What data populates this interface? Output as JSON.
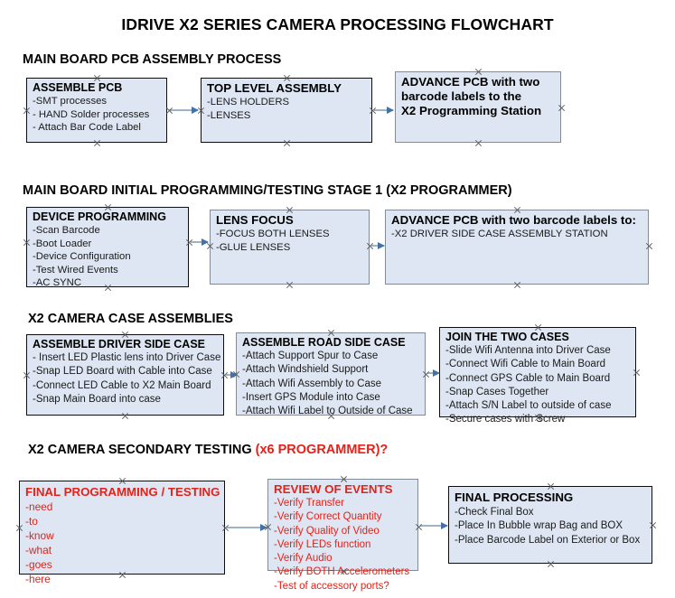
{
  "document": {
    "title": "IDRIVE X2  SERIES CAMERA PROCESSING FLOWCHART"
  },
  "colors": {
    "box_fill": "#dde6f2",
    "box_border_black": "#0d0d0d",
    "box_border_gray": "#808d96",
    "text_black": "#000000",
    "text_red": "#e32219",
    "arrow_line": "#9db3ca",
    "arrow_head": "#4472a8",
    "background": "#ffffff"
  },
  "sections": [
    {
      "heading": "MAIN BOARD PCB ASSEMBLY PROCESS",
      "heading_accent": "",
      "nodes": [
        {
          "title": "ASSEMBLE PCB",
          "lines": [
            "-SMT processes",
            "- HAND Solder processes",
            "- Attach Bar Code Label"
          ]
        },
        {
          "title": "TOP LEVEL ASSEMBLY",
          "lines": [
            "-LENS HOLDERS",
            "-LENSES"
          ]
        },
        {
          "title": "ADVANCE PCB with two",
          "lines": [
            "barcode labels to the",
            " X2 Programming Station"
          ]
        }
      ]
    },
    {
      "heading": "MAIN BOARD INITIAL PROGRAMMING/TESTING STAGE 1 (X2 PROGRAMMER)",
      "heading_accent": "",
      "nodes": [
        {
          "title": "DEVICE PROGRAMMING",
          "lines": [
            "-Scan Barcode",
            "-Boot Loader",
            "-Device Configuration",
            "-Test Wired Events",
            "-AC SYNC"
          ]
        },
        {
          "title": "LENS FOCUS",
          "lines": [
            "-FOCUS BOTH LENSES",
            "-GLUE LENSES"
          ]
        },
        {
          "title": "ADVANCE PCB with two barcode labels to:",
          "lines": [
            "-X2 DRIVER  SIDE  CASE  ASSEMBLY STATION"
          ]
        }
      ]
    },
    {
      "heading": "X2 CAMERA CASE ASSEMBLIES",
      "heading_accent": "",
      "nodes": [
        {
          "title": "ASSEMBLE DRIVER SIDE CASE",
          "lines": [
            "- Insert LED Plastic lens into Driver Case",
            "-Snap LED Board with Cable into Case",
            "-Connect LED Cable to X2 Main Board",
            "-Snap Main Board into case"
          ]
        },
        {
          "title": "ASSEMBLE ROAD SIDE CASE",
          "lines": [
            "-Attach Support Spur to Case",
            "-Attach Windshield Support",
            "-Attach Wifi Assembly to Case",
            "-Insert GPS Module into Case",
            "-Attach Wifi Label to Outside of Case"
          ]
        },
        {
          "title": "JOIN THE TWO CASES",
          "lines": [
            "-Slide Wifi Antenna into Driver Case",
            "-Connect Wifi Cable to Main Board",
            "-Connect GPS Cable to Main Board",
            "-Snap Cases Together",
            "-Attach S/N Label to outside of case",
            "-Secure cases with Screw"
          ]
        }
      ]
    },
    {
      "heading": "X2 CAMERA SECONDARY TESTING ",
      "heading_accent": "(x6 PROGRAMMER)?",
      "nodes": [
        {
          "title": "FINAL PROGRAMMING / TESTING",
          "lines": [
            "-need",
            "-to",
            "-know",
            "-what",
            "-goes",
            "-here"
          ]
        },
        {
          "title": "REVIEW OF EVENTS",
          "lines": [
            "-Verify Transfer",
            "-Verify Correct Quantity",
            "-Verify Quality of Video",
            "-Verify LEDs function",
            "-Verify Audio",
            "-Verify BOTH Accelerometers",
            "-Test of accessory ports?"
          ]
        },
        {
          "title": "FINAL PROCESSING",
          "lines": [
            " -Check Final Box",
            "-Place In Bubble wrap Bag and BOX",
            "-Place Barcode Label on Exterior or Box"
          ]
        }
      ]
    }
  ]
}
